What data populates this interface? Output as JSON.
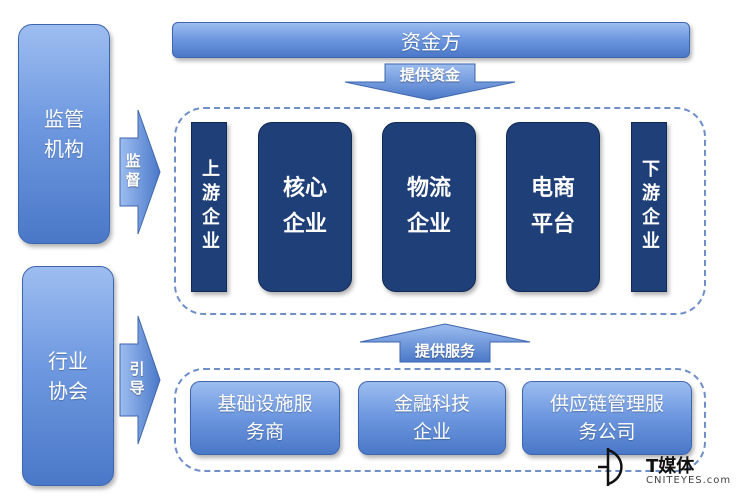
{
  "funder": {
    "label": "资金方"
  },
  "regulator": {
    "label": "监管机构",
    "arrow": "监督"
  },
  "association": {
    "label": "行业协会",
    "arrow": "引导"
  },
  "arrow_funding": "提供资金",
  "arrow_services": "提供服务",
  "supply_chain": {
    "upstream": "上游企业",
    "core": "核心企业",
    "logistics": "物流企业",
    "ecommerce": "电商平台",
    "downstream": "下游企业"
  },
  "services": {
    "infrastructure": "基础设施服务商",
    "fintech": "金融科技企业",
    "scm": "供应链管理服务公司"
  },
  "watermark": {
    "brand": "T媒体",
    "site": "CNITEYES.com"
  },
  "colors": {
    "light_gradient_top": "#9dbdf0",
    "light_gradient_bottom": "#4a78c8",
    "dark_box": "#1f3f78",
    "dashed_border": "#6f8fc8",
    "arrow_fill": "#6f99e0"
  }
}
